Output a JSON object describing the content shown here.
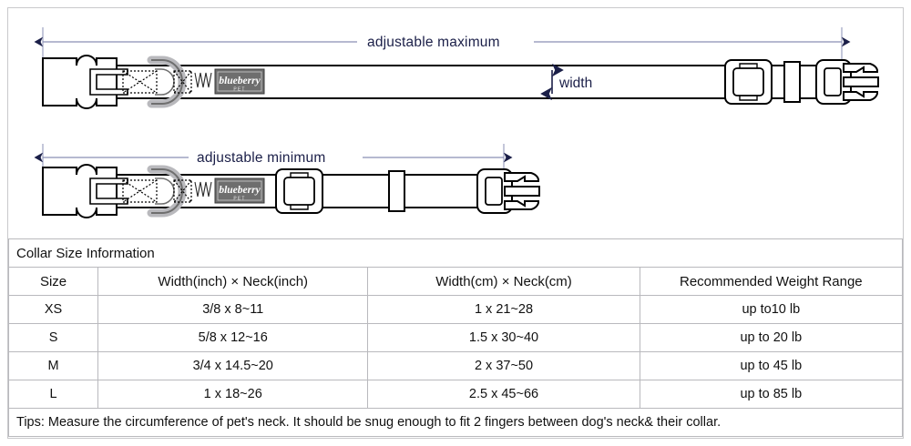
{
  "diagrams": [
    {
      "id": "adjustable-maximum",
      "dimension_label": "adjustable maximum",
      "width_label": "width",
      "brand_label": "blueberry",
      "brand_sub_label": "PET",
      "parts": [
        "female-buckle",
        "stitch-box",
        "d-ring",
        "zigzag-stitch",
        "brand-tag",
        "slider-adjuster",
        "keeper-loop",
        "male-buckle"
      ]
    },
    {
      "id": "adjustable-minimum",
      "dimension_label": "adjustable minimum",
      "brand_label": "blueberry",
      "brand_sub_label": "PET",
      "parts": [
        "female-buckle",
        "stitch-box",
        "d-ring",
        "zigzag-stitch",
        "brand-tag",
        "slider-adjuster",
        "keeper-loop",
        "male-buckle"
      ]
    }
  ],
  "colors": {
    "dimension_text": "#1b1f48",
    "arrow": "#1b1f48",
    "dimension_line": "#8a8fb5",
    "tag_fill": "#6e6e6e",
    "outline": "#000000",
    "frame": "#c9c9cc",
    "table_border": "#b9b9bd"
  },
  "table": {
    "caption": "Collar Size Information",
    "headers": [
      "Size",
      "Width(inch)  ×  Neck(inch)",
      "Width(cm)  ×  Neck(cm)",
      "Recommended Weight Range"
    ],
    "rows": [
      {
        "size": "XS",
        "inch": "3/8 x 8~11",
        "cm": "1 x 21~28",
        "weight": "up to10 lb"
      },
      {
        "size": "S",
        "inch": "5/8 x 12~16",
        "cm": "1.5 x 30~40",
        "weight": "up to 20 lb"
      },
      {
        "size": "M",
        "inch": "3/4 x 14.5~20",
        "cm": "2 x 37~50",
        "weight": "up to 45 lb"
      },
      {
        "size": "L",
        "inch": "1 x 18~26",
        "cm": "2.5 x 45~66",
        "weight": "up to 85 lb"
      }
    ],
    "tips": "Tips: Measure the circumference of pet's neck. It should be snug enough to fit 2 fingers between dog's neck& their collar."
  }
}
